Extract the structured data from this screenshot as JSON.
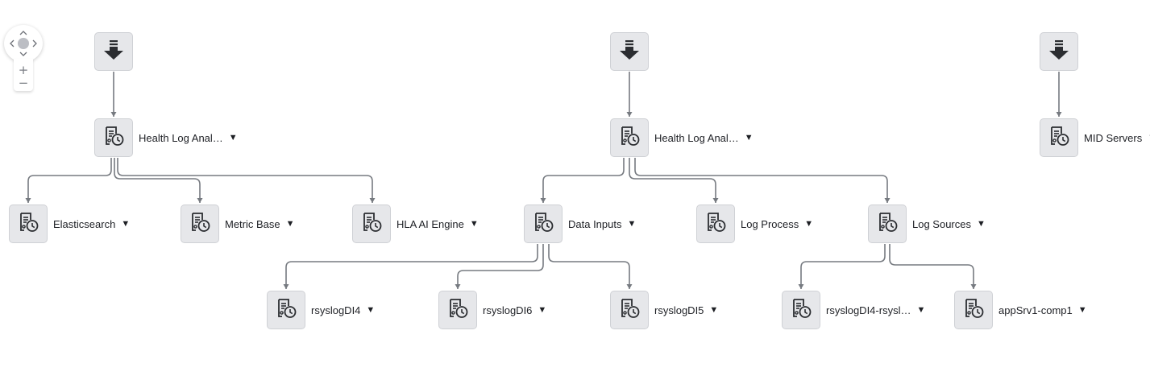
{
  "colors": {
    "connector": "#767a80",
    "node_bg": "#e6e7ea",
    "icon": "#2b2d31"
  },
  "zoom_controls": {
    "pan_icon": "pan-control-icon",
    "zoom_in_label": "+",
    "zoom_out_label": "−"
  },
  "roots": [
    {
      "icon": "download-arrow-icon"
    },
    {
      "icon": "download-arrow-icon"
    },
    {
      "icon": "download-arrow-icon"
    }
  ],
  "nodes": [
    {
      "label": "Health Log Anal…",
      "icon": "log-report-clock-icon"
    },
    {
      "label": "Health Log Anal…",
      "icon": "log-report-clock-icon"
    },
    {
      "label": "MID Servers",
      "icon": "log-report-clock-icon"
    },
    {
      "label": "Elasticsearch",
      "icon": "log-report-clock-icon"
    },
    {
      "label": "Metric Base",
      "icon": "log-report-clock-icon"
    },
    {
      "label": "HLA AI Engine",
      "icon": "log-report-clock-icon"
    },
    {
      "label": "Data Inputs",
      "icon": "log-report-clock-icon"
    },
    {
      "label": "Log Process",
      "icon": "log-report-clock-icon"
    },
    {
      "label": "Log Sources",
      "icon": "log-report-clock-icon"
    },
    {
      "label": "rsyslogDI4",
      "icon": "log-report-clock-icon"
    },
    {
      "label": "rsyslogDI6",
      "icon": "log-report-clock-icon"
    },
    {
      "label": "rsyslogDI5",
      "icon": "log-report-clock-icon"
    },
    {
      "label": "rsyslogDI4-rsysl…",
      "icon": "log-report-clock-icon"
    },
    {
      "label": "appSrv1-comp1",
      "icon": "log-report-clock-icon"
    }
  ]
}
